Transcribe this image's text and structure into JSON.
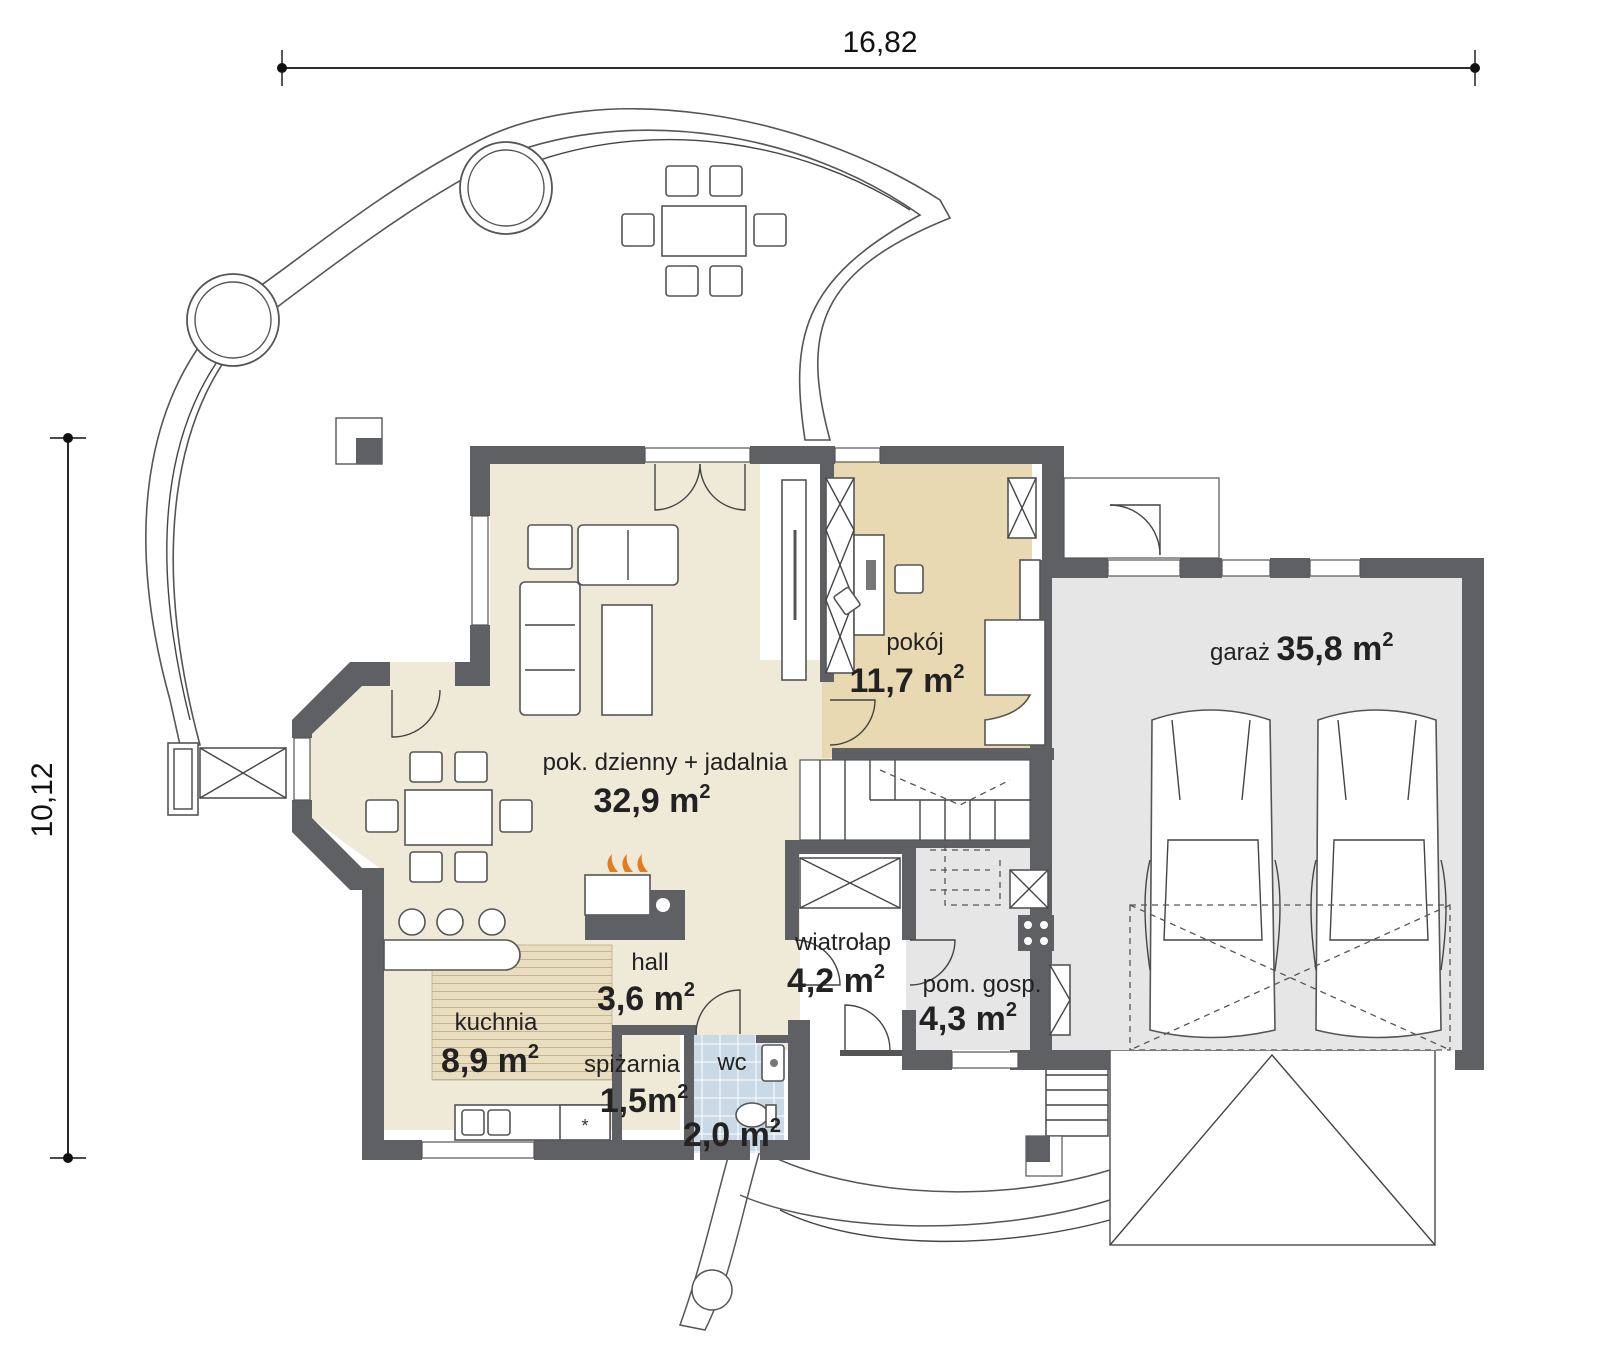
{
  "dimensions": {
    "width_label": "16,82",
    "height_label": "10,12"
  },
  "rooms": [
    {
      "id": "living",
      "name": "pok. dzienny + jadalnia",
      "area_value": "32,9 m",
      "sup": "2",
      "fill": "#efe9d7"
    },
    {
      "id": "room",
      "name": "pokój",
      "area_value": "11,7 m",
      "sup": "2",
      "fill": "#e8d9b3"
    },
    {
      "id": "garage",
      "name": "garaż",
      "area_value": "35,8 m",
      "sup": "2",
      "fill": "#e6e6e6"
    },
    {
      "id": "hall",
      "name": "hall",
      "area_value": "3,6 m",
      "sup": "2",
      "fill": "#efe9d7"
    },
    {
      "id": "vestibule",
      "name": "wiatrołap",
      "area_value": "4,2 m",
      "sup": "2",
      "fill": "#efe9d7"
    },
    {
      "id": "utility",
      "name": "pom. gosp.",
      "area_value": "4,3 m",
      "sup": "2",
      "fill": "#e6e6e6"
    },
    {
      "id": "kitchen",
      "name": "kuchnia",
      "area_value": "8,9 m",
      "sup": "2",
      "fill": "#efe9d7"
    },
    {
      "id": "pantry",
      "name": "spiżarnia",
      "area_value": "1,5m",
      "sup": "2",
      "fill": "#efe9d7"
    },
    {
      "id": "wc",
      "name": "wc",
      "area_value": "2,0 m",
      "sup": "2",
      "fill": "#c9d9e6"
    }
  ],
  "colors": {
    "wall": "#5f6063",
    "warm_floor": "#efe9d7",
    "room_floor": "#e8d9b3",
    "grey_floor": "#e6e6e6",
    "tile_floor": "#c9d9e6",
    "fire": "#e87a1e"
  }
}
